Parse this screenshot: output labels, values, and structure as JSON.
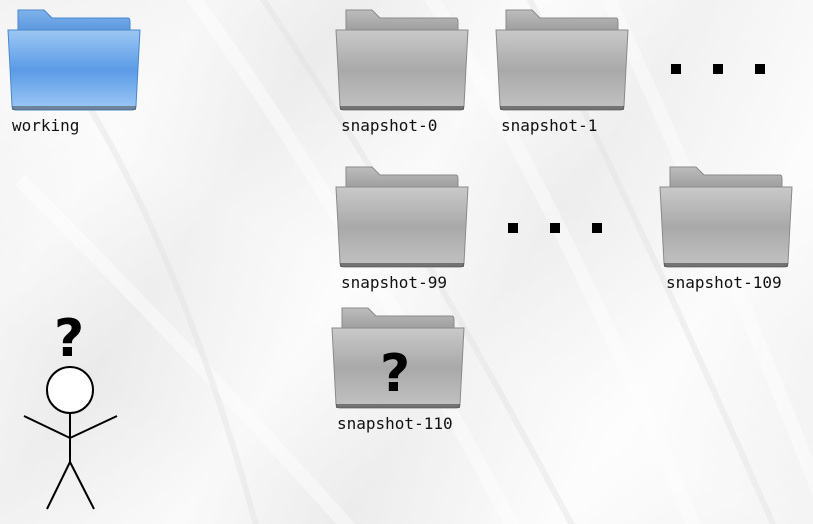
{
  "colors": {
    "folder_blue": "#5b9be6",
    "folder_gray": "#a9a9a9",
    "ink": "#000000"
  },
  "folders": {
    "working": {
      "label": "working",
      "icon": "blue-folder-icon"
    },
    "snap0": {
      "label": "snapshot-0",
      "icon": "gray-folder-icon"
    },
    "snap1": {
      "label": "snapshot-1",
      "icon": "gray-folder-icon"
    },
    "snap99": {
      "label": "snapshot-99",
      "icon": "gray-folder-icon"
    },
    "snap109": {
      "label": "snapshot-109",
      "icon": "gray-folder-icon"
    },
    "snap110": {
      "label": "snapshot-110",
      "icon": "gray-folder-icon",
      "overlay": "?"
    }
  },
  "person": {
    "question": "?",
    "icon": "stick-figure-icon"
  }
}
